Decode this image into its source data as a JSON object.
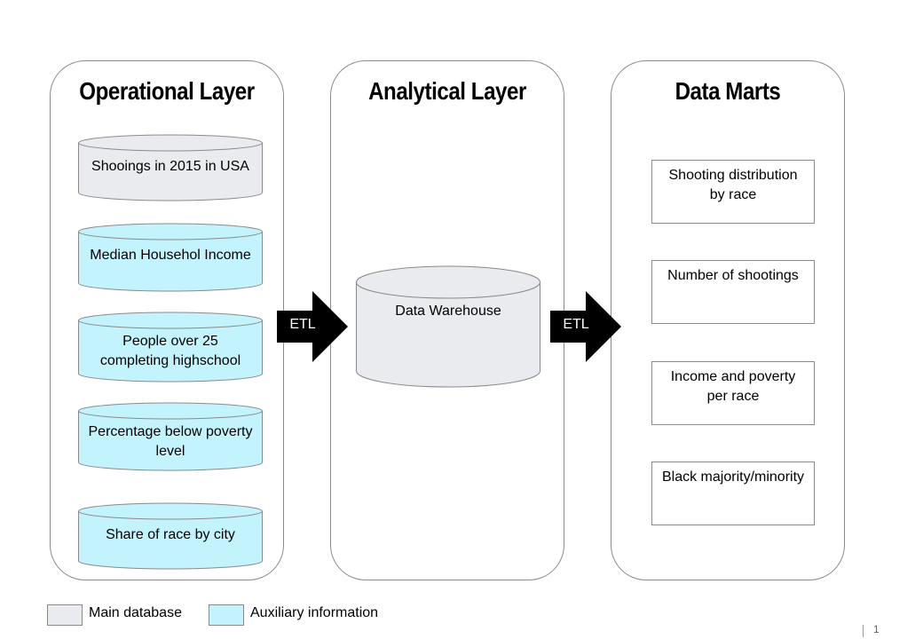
{
  "colors": {
    "main": "#e9ebee",
    "aux": "#c3f3fd",
    "border": "#8a8a8a",
    "arrow": "#000000"
  },
  "panels": {
    "operational": {
      "title": "Operational Layer"
    },
    "analytical": {
      "title": "Analytical Layer"
    },
    "marts": {
      "title": "Data Marts"
    }
  },
  "operational_sources": [
    {
      "label_lines": [
        "Shooings in 2015 in USA"
      ],
      "kind": "main"
    },
    {
      "label_lines": [
        "Median Househol Income"
      ],
      "kind": "aux"
    },
    {
      "label_lines": [
        "People over 25",
        "completing highschool"
      ],
      "kind": "aux"
    },
    {
      "label_lines": [
        "Percentage below poverty",
        "level"
      ],
      "kind": "aux"
    },
    {
      "label_lines": [
        "Share of race by city"
      ],
      "kind": "aux"
    }
  ],
  "warehouse": {
    "label": "Data Warehouse"
  },
  "etl": {
    "label_1": "ETL",
    "label_2": "ETL"
  },
  "data_marts": [
    {
      "label_lines": [
        "Shooting distribution",
        "by race"
      ]
    },
    {
      "label_lines": [
        "Number of shootings"
      ]
    },
    {
      "label_lines": [
        "Income and poverty",
        "per race"
      ]
    },
    {
      "label_lines": [
        "Black majority/minority"
      ]
    }
  ],
  "legend": {
    "main_label": "Main database",
    "aux_label": "Auxiliary information"
  },
  "page_number": "1"
}
